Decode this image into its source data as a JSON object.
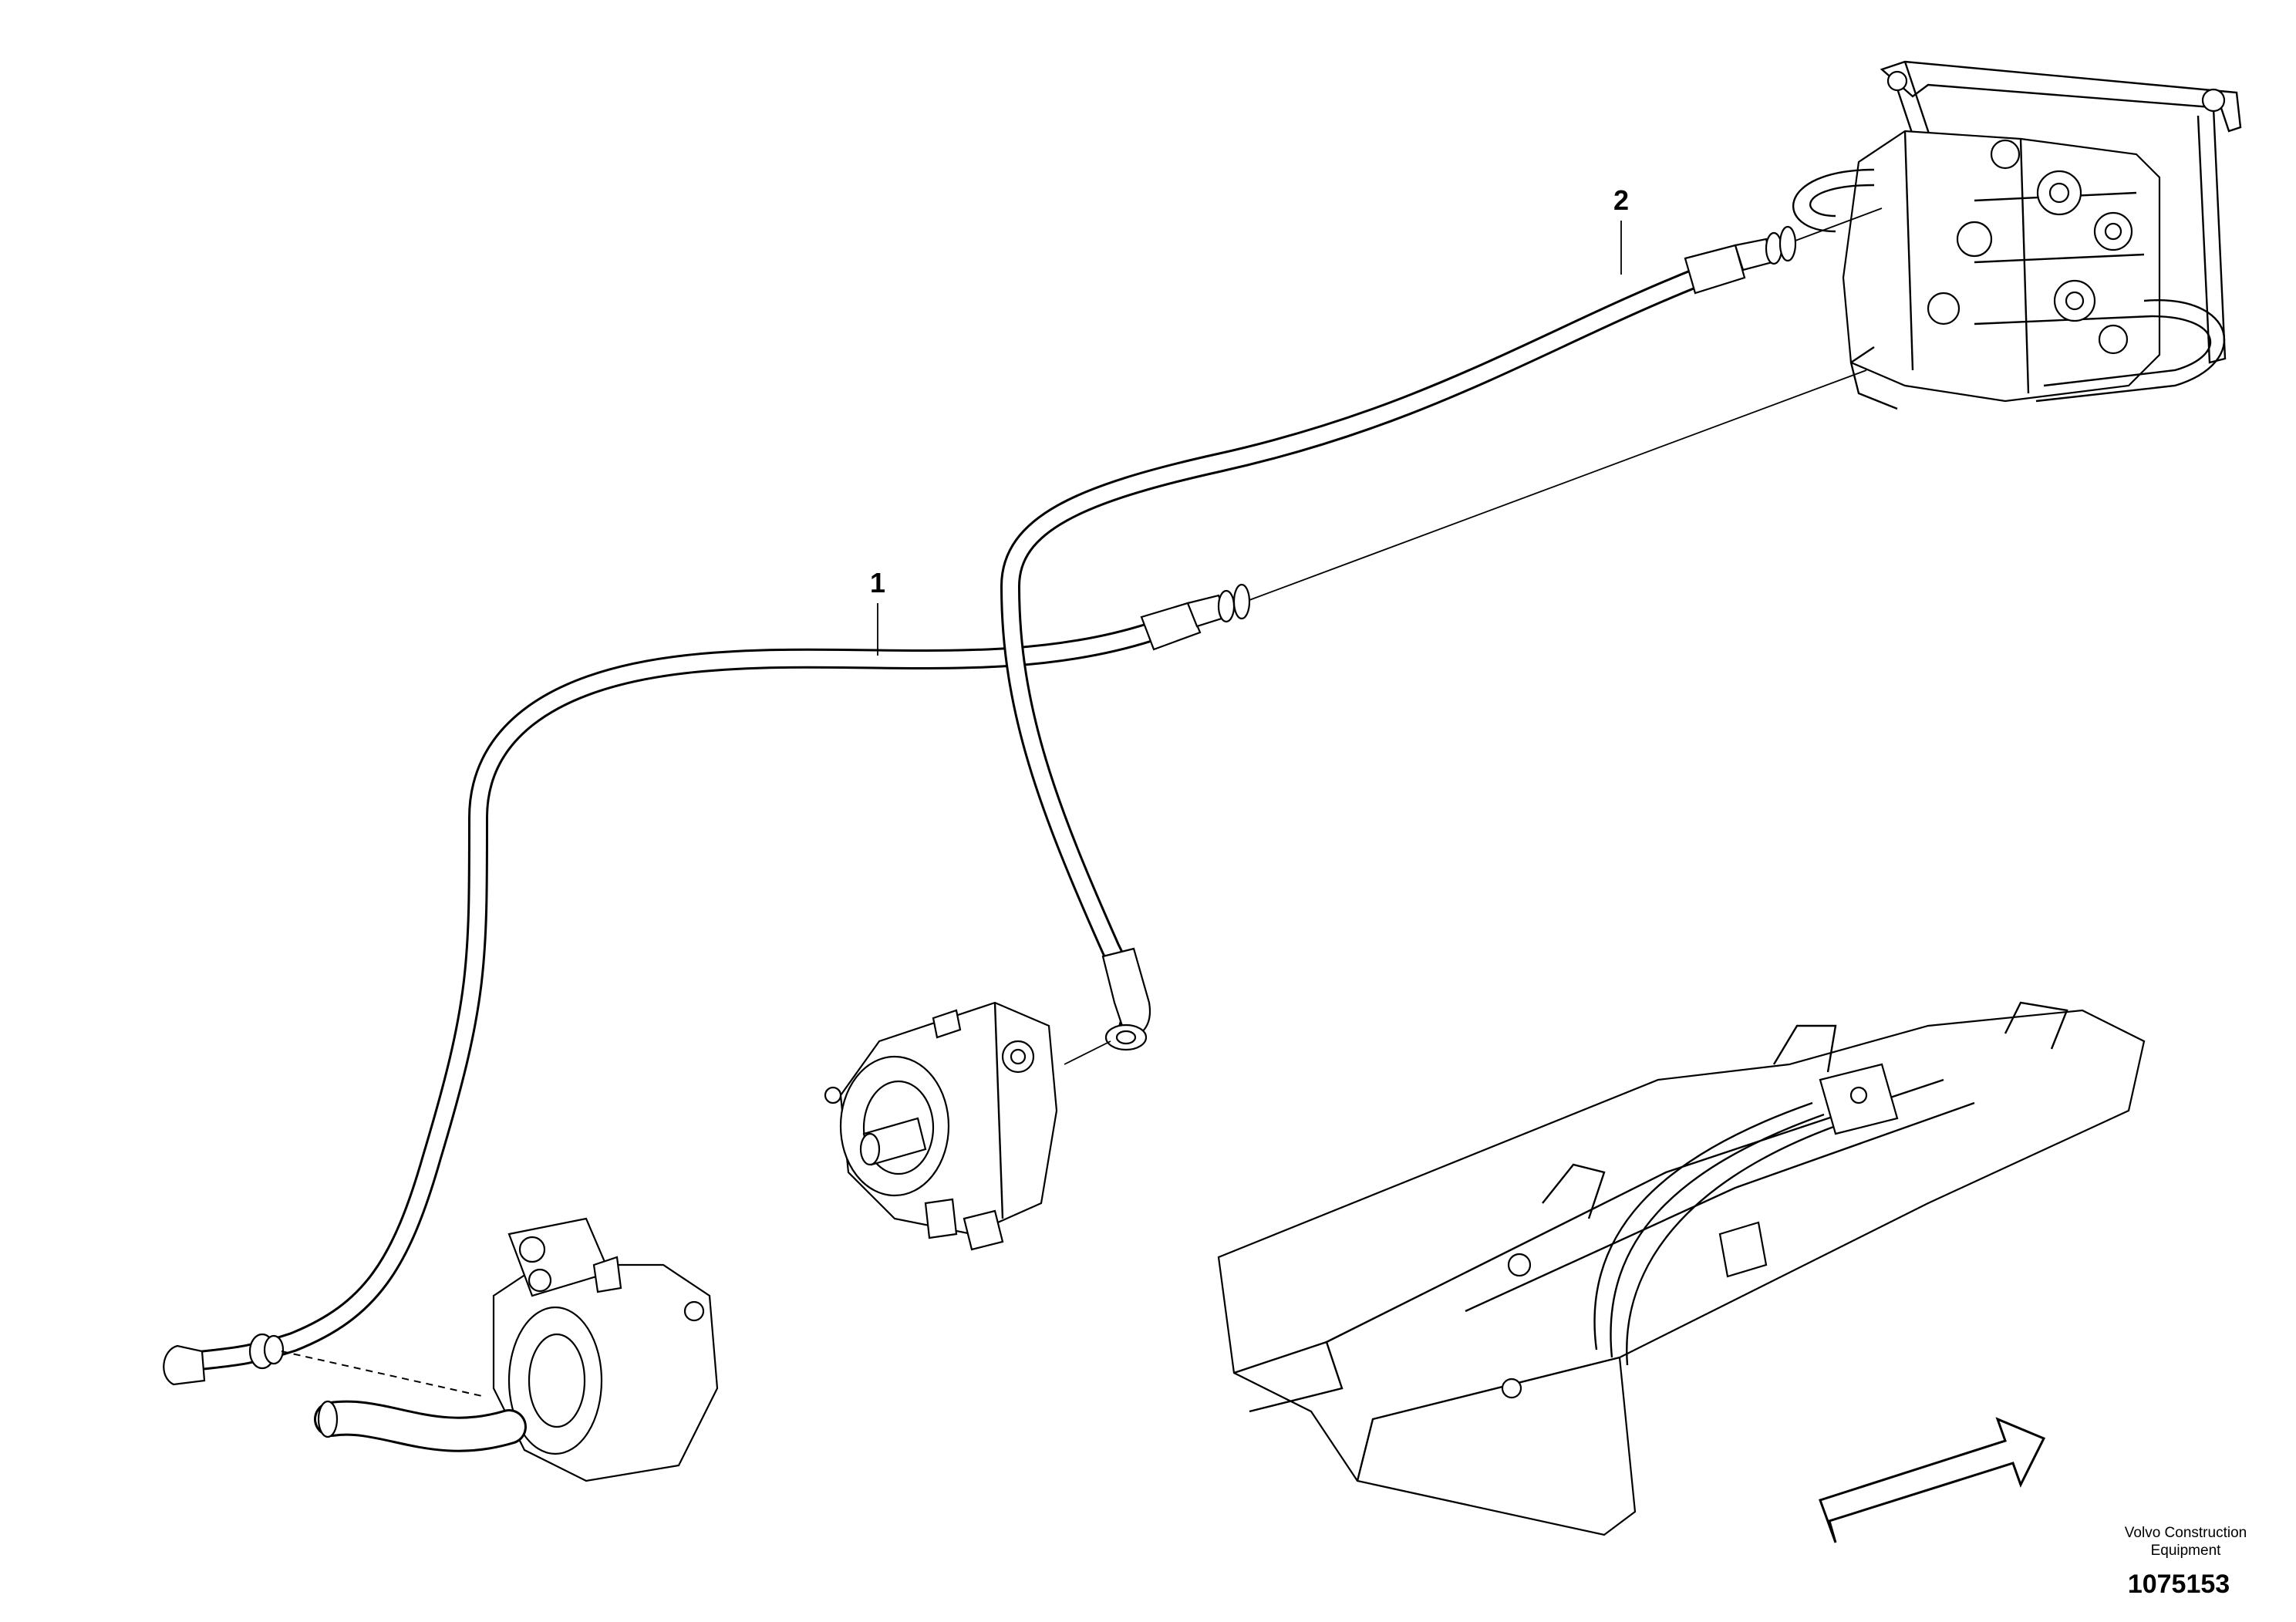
{
  "callouts": [
    {
      "id": "1",
      "label": "1"
    },
    {
      "id": "2",
      "label": "2"
    }
  ],
  "brand": {
    "line1": "Volvo Construction",
    "line2": "Equipment"
  },
  "document_number": "1075153",
  "icons": {
    "direction_arrow": "direction-arrow-icon"
  }
}
